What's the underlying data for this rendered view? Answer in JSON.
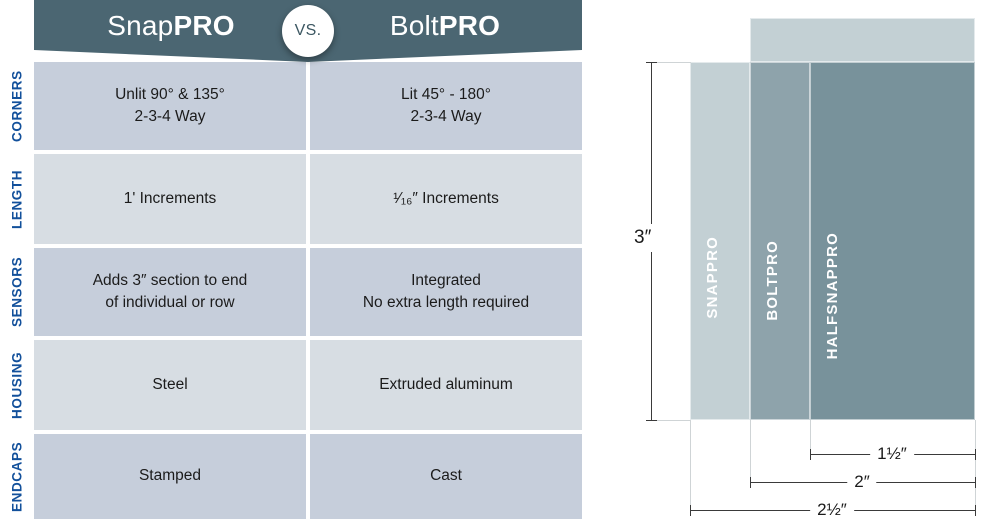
{
  "comparison": {
    "header": {
      "left_title_light": "Snap",
      "left_title_bold": "PRO",
      "right_title_light": "Bolt",
      "right_title_bold": "PRO",
      "vs_label": "VS."
    },
    "categories": [
      "CORNERS",
      "LENGTH",
      "SENSORS",
      "HOUSING",
      "ENDCAPS"
    ],
    "rows": [
      {
        "category": "CORNERS",
        "left": [
          "Unlit 90° & 135°",
          "2-3-4 Way"
        ],
        "right": [
          "Lit 45° - 180°",
          "2-3-4 Way"
        ]
      },
      {
        "category": "LENGTH",
        "left": [
          "1'  Increments"
        ],
        "right": [
          "¹⁄₁₆″ Increments"
        ]
      },
      {
        "category": "SENSORS",
        "left": [
          "Adds 3″ section to end",
          "of individual or row"
        ],
        "right": [
          "Integrated",
          "No extra length required"
        ]
      },
      {
        "category": "HOUSING",
        "left": [
          "Steel"
        ],
        "right": [
          "Extruded aluminum"
        ]
      },
      {
        "category": "ENDCAPS",
        "left": [
          "Stamped"
        ],
        "right": [
          "Cast"
        ]
      }
    ]
  },
  "diagram": {
    "bars": [
      {
        "label": "SNAPPRO"
      },
      {
        "label": "BOLTPRO"
      },
      {
        "label": "HALFSNAPPRO"
      }
    ],
    "height_dimension": "3″",
    "width_dimensions": [
      {
        "value": "1½″"
      },
      {
        "value": "2″"
      },
      {
        "value": "2½″"
      }
    ]
  },
  "colors": {
    "header_band": "#4b6672",
    "row_dark": "#c6cedb",
    "row_light": "#d7dde3",
    "category_text": "#12509b",
    "bar_light": "#a8bcc3",
    "bar_mid": "#8ba3ac",
    "bar_dark": "#7d99a2"
  }
}
